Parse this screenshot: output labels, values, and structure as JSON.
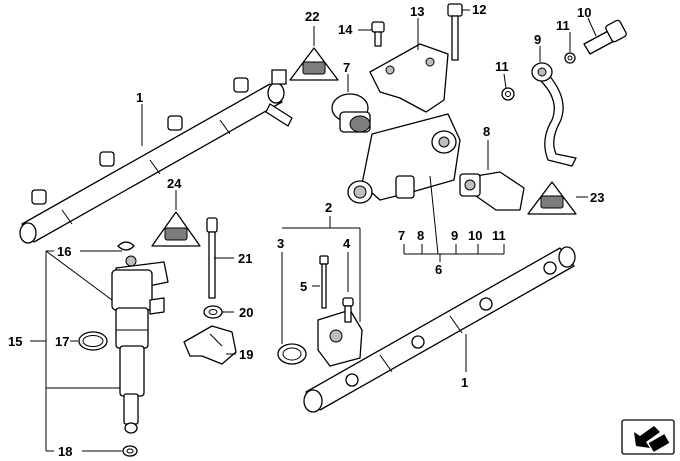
{
  "callouts": {
    "c1_top": "1",
    "c1_bottom": "1",
    "c2": "2",
    "c3": "3",
    "c4": "4",
    "c5": "5",
    "c6": "6",
    "c7_top": "7",
    "c7_group": "7",
    "c8_top": "8",
    "c8_group": "8",
    "c9_top": "9",
    "c9_group": "9",
    "c10_top": "10",
    "c10_group": "10",
    "c11_top_a": "11",
    "c11_top_b": "11",
    "c11_group": "11",
    "c12": "12",
    "c13": "13",
    "c14": "14",
    "c15": "15",
    "c16": "16",
    "c17": "17",
    "c18": "18",
    "c19": "19",
    "c20": "20",
    "c21": "21",
    "c22": "22",
    "c23": "23",
    "c24": "24"
  },
  "icons": {
    "warning": "warning-triangle-icon",
    "direction": "direction-arrow-icon"
  }
}
